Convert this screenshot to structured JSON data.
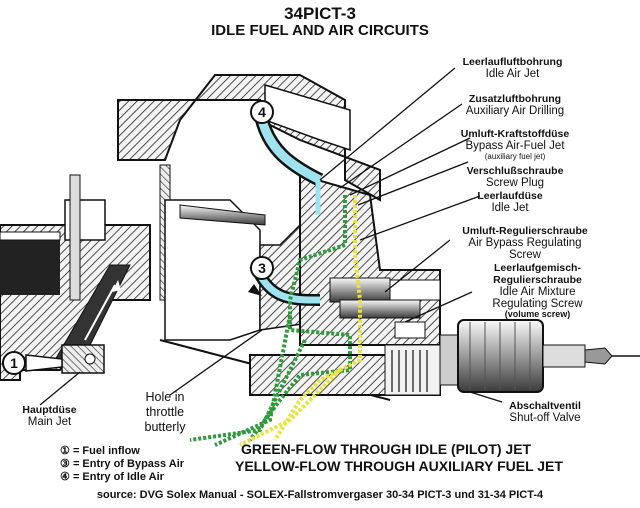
{
  "title": "34PICT-3",
  "subtitle": "IDLE FUEL AND AIR CIRCUITS",
  "labels": {
    "idle_air_jet": {
      "de": "Leerlaufluftbohrung",
      "en": "Idle Air Jet"
    },
    "aux_air": {
      "de": "Zusatzluftbohrung",
      "en": "Auxiliary Air Drilling"
    },
    "bypass_fuel": {
      "de": "Umluft-Kraftstoffdüse",
      "en": "Bypass Air-Fuel Jet",
      "note": "(auxiliary fuel jet)"
    },
    "screw_plug": {
      "de": "Verschlußschraube",
      "en": "Screw Plug"
    },
    "idle_jet": {
      "de": "Leerlaufdüse",
      "en": "Idle Jet"
    },
    "bypass_screw": {
      "de": "Umluft-Regulierschraube",
      "en1": "Air Bypass Regulating",
      "en2": "Screw"
    },
    "mixture_screw": {
      "de1": "Leerlaufgemisch-",
      "de2": "Regulierschraube",
      "en1": "Idle Air Mixture",
      "en2": "Regulating Screw",
      "note": "(volume screw)"
    },
    "main_jet": {
      "de": "Hauptdüse",
      "en": "Main Jet"
    },
    "throttle_hole": {
      "l1": "Hole in",
      "l2": "throttle",
      "l3": "butterly"
    },
    "cutoff": {
      "de": "Abschaltventil",
      "en": "Shut-off Valve"
    }
  },
  "markers": {
    "m1": "1",
    "m3": "3",
    "m4": "4"
  },
  "legend": [
    {
      "num": "①",
      "text": "=  Fuel inflow"
    },
    {
      "num": "③",
      "text": "=  Entry of Bypass Air"
    },
    {
      "num": "④",
      "text": "=  Entry of Idle Air"
    }
  ],
  "flows": {
    "green": "GREEN-FLOW THROUGH IDLE (PILOT) JET",
    "yellow": "YELLOW-FLOW THROUGH AUXILIARY FUEL JET"
  },
  "source": "source: DVG Solex Manual - SOLEX-Fallstromvergaser 30-34 PICT-3 und 31-34 PICT-4",
  "colors": {
    "green": "#2e9a3a",
    "yellow": "#e8e23a",
    "cyan": "#9fe3f0",
    "ink": "#111111"
  }
}
